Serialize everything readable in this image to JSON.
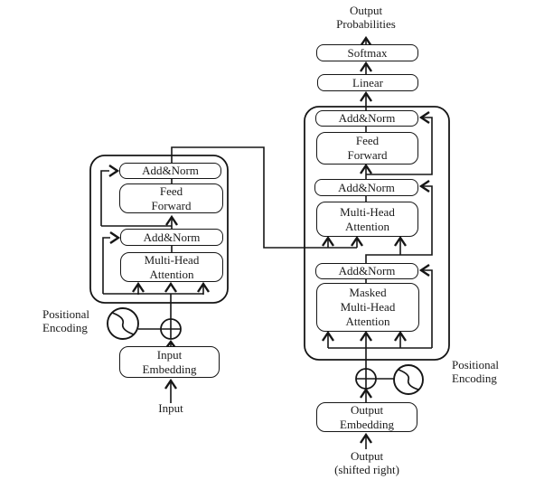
{
  "colors": {
    "ink": "#1a1a1a",
    "paper": "#ffffff"
  },
  "output_head": {
    "probabilities_label": "Output\nProbabilities",
    "softmax": "Softmax",
    "linear": "Linear"
  },
  "encoder": {
    "add_norm_top": "Add&Norm",
    "feed_forward": "Feed\nForward",
    "add_norm_bottom": "Add&Norm",
    "attention": "Multi-Head\nAttention",
    "embedding": "Input\nEmbedding",
    "input_label": "Input",
    "positional_label": "Positional\nEncoding"
  },
  "decoder": {
    "add_norm_top": "Add&Norm",
    "feed_forward": "Feed\nForward",
    "add_norm_middle": "Add&Norm",
    "cross_attention": "Multi-Head\nAttention",
    "add_norm_bottom": "Add&Norm",
    "masked_attention": "Masked\nMulti-Head\nAttention",
    "embedding": "Output\nEmbedding",
    "output_label": "Output\n(shifted right)",
    "positional_label": "Positional\nEncoding"
  }
}
